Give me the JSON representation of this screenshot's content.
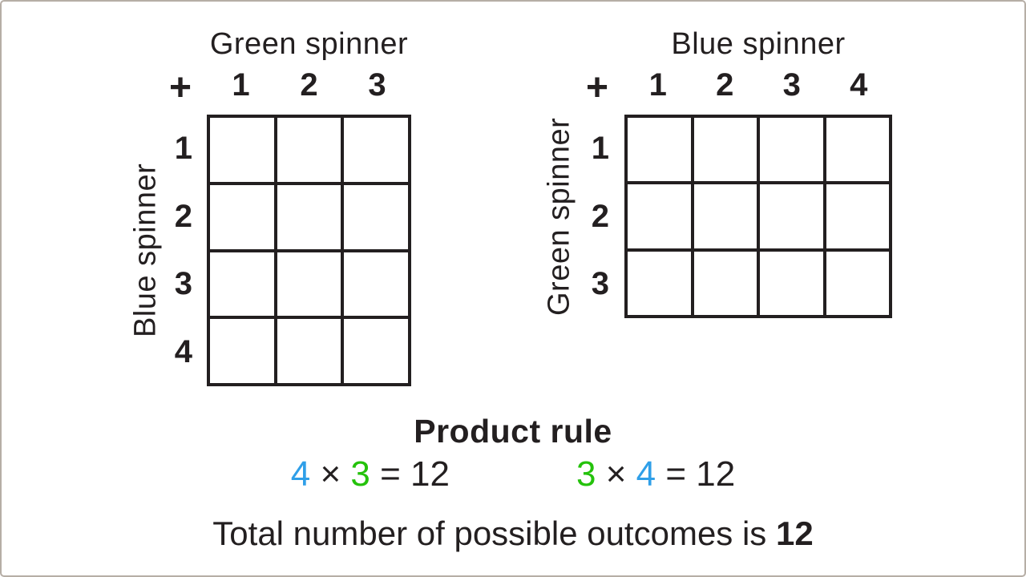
{
  "colors": {
    "ink": "#231f20",
    "blue": "#2f9fe8",
    "green": "#24c20b",
    "frame_border": "#b6aea6",
    "background": "#ffffff"
  },
  "left_table": {
    "title": "Green spinner",
    "side_label": "Blue spinner",
    "operator": "+",
    "columns": [
      "1",
      "2",
      "3"
    ],
    "rows": [
      "1",
      "2",
      "3",
      "4"
    ]
  },
  "right_table": {
    "title": "Blue spinner",
    "side_label": "Green spinner",
    "operator": "+",
    "columns": [
      "1",
      "2",
      "3",
      "4"
    ],
    "rows": [
      "1",
      "2",
      "3"
    ]
  },
  "product_rule": {
    "heading": "Product rule",
    "equations": [
      {
        "parts": [
          {
            "text": "4",
            "color": "blue"
          },
          {
            "text": " × ",
            "color": "ink"
          },
          {
            "text": "3",
            "color": "green"
          },
          {
            "text": " = 12",
            "color": "ink"
          }
        ]
      },
      {
        "parts": [
          {
            "text": "3",
            "color": "green"
          },
          {
            "text": " × ",
            "color": "ink"
          },
          {
            "text": "4",
            "color": "blue"
          },
          {
            "text": " = 12",
            "color": "ink"
          }
        ]
      }
    ]
  },
  "summary": {
    "prefix": "Total number of possible outcomes is ",
    "value": "12"
  }
}
